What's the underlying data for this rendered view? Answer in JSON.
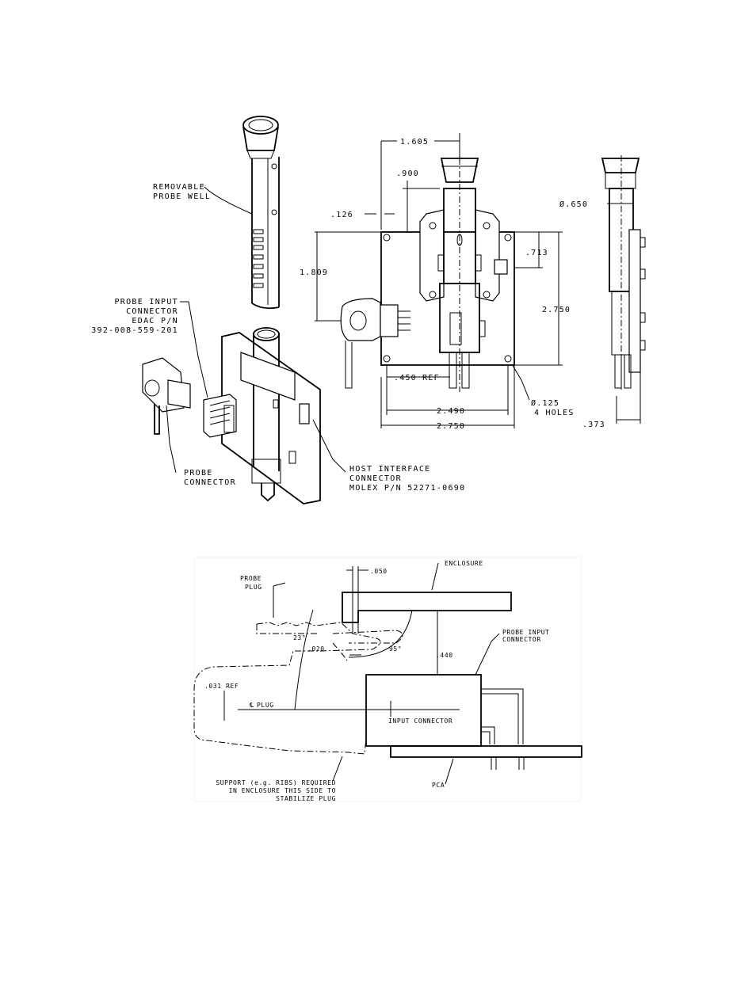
{
  "isometric_labels": {
    "probe_well": [
      "REMOVABLE",
      "PROBE WELL"
    ],
    "probe_input_connector": [
      "PROBE INPUT",
      "CONNECTOR",
      "EDAC P/N",
      "392-008-559-201"
    ],
    "probe_connector": [
      "PROBE",
      "CONNECTOR"
    ],
    "host_interface": [
      "HOST INTERFACE",
      "CONNECTOR",
      "MOLEX P/N 52271-0690"
    ]
  },
  "front_view_dims": {
    "width_top": "1.605",
    "offset_900": ".900",
    "offset_126": ".126",
    "height_1809": "1.809",
    "height_713": ".713",
    "height_2750": "2.750",
    "ref_450": ".450 REF",
    "holes": [
      "Ø.125",
      "4 HOLES"
    ],
    "width_2490": "2.490",
    "width_2750": "2.750"
  },
  "side_view_dims": {
    "diameter": "Ø.650",
    "depth": ".373"
  },
  "section_labels": {
    "gap_050": ".050",
    "enclosure": "ENCLOSURE",
    "probe_plug": [
      "PROBE",
      "PLUG"
    ],
    "angle_23": "23°",
    "dim_020": ".020",
    "angle_95": "95°",
    "dim_440": ".440",
    "probe_input_connector": [
      "PROBE INPUT",
      "CONNECTOR"
    ],
    "ref_031": ".031 REF",
    "plug_cl": "PLUG",
    "input_connector": "INPUT CONNECTOR",
    "support_note": [
      "SUPPORT (e.g. RIBS) REQUIRED",
      "IN ENCLOSURE THIS SIDE TO",
      "STABILIZE PLUG"
    ],
    "pca": "PCA"
  }
}
